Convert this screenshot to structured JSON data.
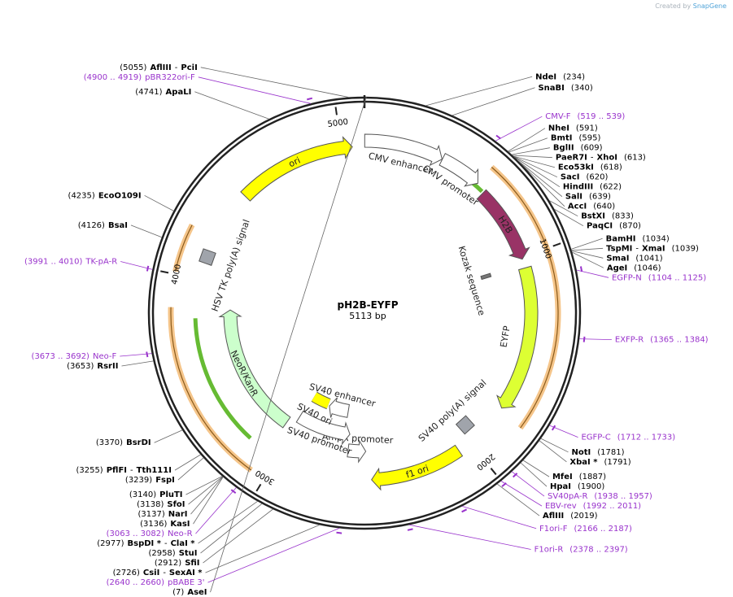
{
  "plasmid": {
    "name": "pH2B-EYFP",
    "length": 5113,
    "length_label": "5113 bp"
  },
  "credit": {
    "prefix": "Created by",
    "brand": "SnapGene"
  },
  "colors": {
    "backbone": "#222222",
    "ori": "#ffff00",
    "h2b": "#993366",
    "eyfp": "#ddff33",
    "neo": "#ccffcc",
    "promoter": "#ffffff",
    "polya": "#a0a4ab",
    "orange_track": "#f5c58a",
    "green_track": "#66bb33",
    "primer": "#9933cc"
  },
  "ticks": [
    {
      "pos": 1000,
      "label": "1000"
    },
    {
      "pos": 2000,
      "label": "2000"
    },
    {
      "pos": 3000,
      "label": "3000"
    },
    {
      "pos": 4000,
      "label": "4000"
    },
    {
      "pos": 5000,
      "label": "5000"
    }
  ],
  "features": [
    {
      "name": "CMV enhancer",
      "type": "promoter",
      "start": 1,
      "end": 380,
      "strand": 1,
      "label": "CMV enhancer"
    },
    {
      "name": "CMV promoter",
      "type": "promoter",
      "start": 381,
      "end": 584,
      "strand": 1,
      "label": "CMV promoter"
    },
    {
      "name": "H2B",
      "type": "cds",
      "start": 633,
      "end": 1010,
      "strand": 1,
      "label": "H2B"
    },
    {
      "name": "Kozak sequence",
      "type": "misc",
      "start": 1035,
      "end": 1044,
      "strand": 1,
      "label": "Kozak sequence"
    },
    {
      "name": "EYFP",
      "type": "cds",
      "start": 1055,
      "end": 1771,
      "strand": 1,
      "label": "EYFP"
    },
    {
      "name": "SV40 poly(A) signal",
      "type": "polya",
      "start": 1899,
      "end": 2020,
      "strand": 1,
      "label": "SV40 poly(A) signal"
    },
    {
      "name": "f1 ori",
      "type": "ori",
      "start": 2067,
      "end": 2522,
      "strand": 1,
      "label": "f1 ori"
    },
    {
      "name": "AmpR promoter",
      "type": "promoter",
      "start": 2549,
      "end": 2653,
      "strand": -1,
      "label": "AmpR promoter"
    },
    {
      "name": "SV40 promoter",
      "type": "promoter",
      "start": 2654,
      "end": 3011,
      "strand": -1,
      "label": "SV40 promoter"
    },
    {
      "name": "SV40 ori",
      "type": "ori",
      "start": 2862,
      "end": 2997,
      "strand": 1,
      "label": "SV40 ori"
    },
    {
      "name": "SV40 enhancer",
      "type": "promoter",
      "start": 2690,
      "end": 2850,
      "strand": 1,
      "label": "SV40 enhancer"
    },
    {
      "name": "NeoR/KanR",
      "type": "cds",
      "start": 3060,
      "end": 3854,
      "strand": 1,
      "label": "NeoR/KanR"
    },
    {
      "name": "HSV TK poly(A) signal",
      "type": "polya",
      "start": 4090,
      "end": 4137,
      "strand": 1,
      "label": "HSV TK poly(A) signal"
    },
    {
      "name": "ori",
      "type": "ori",
      "start": 4466,
      "end": 5054,
      "strand": 1,
      "label": "ori"
    }
  ],
  "sites": [
    {
      "pos": 5055,
      "name": "AflIII",
      "name2": "PciI",
      "coord": "(5055)"
    },
    {
      "pos": 7,
      "name": "AseI",
      "coord": "(7)"
    },
    {
      "pos": 234,
      "name": "NdeI",
      "coord": "(234)"
    },
    {
      "pos": 340,
      "name": "SnaBI",
      "coord": "(340)"
    },
    {
      "pos": 591,
      "name": "NheI",
      "coord": "(591)"
    },
    {
      "pos": 595,
      "name": "BmtI",
      "coord": "(595)"
    },
    {
      "pos": 609,
      "name": "BglII",
      "coord": "(609)"
    },
    {
      "pos": 613,
      "name": "PaeR7I",
      "name2": "XhoI",
      "coord": "(613)"
    },
    {
      "pos": 618,
      "name": "Eco53kI",
      "coord": "(618)"
    },
    {
      "pos": 620,
      "name": "SacI",
      "coord": "(620)"
    },
    {
      "pos": 622,
      "name": "HindIII",
      "coord": "(622)"
    },
    {
      "pos": 639,
      "name": "SalI",
      "coord": "(639)"
    },
    {
      "pos": 640,
      "name": "AccI",
      "coord": "(640)"
    },
    {
      "pos": 833,
      "name": "BstXI",
      "coord": "(833)"
    },
    {
      "pos": 870,
      "name": "PaqCI",
      "coord": "(870)"
    },
    {
      "pos": 1034,
      "name": "BamHI",
      "coord": "(1034)"
    },
    {
      "pos": 1039,
      "name": "TspMI",
      "name2": "XmaI",
      "coord": "(1039)"
    },
    {
      "pos": 1041,
      "name": "SmaI",
      "coord": "(1041)"
    },
    {
      "pos": 1046,
      "name": "AgeI",
      "coord": "(1046)"
    },
    {
      "pos": 1781,
      "name": "NotI",
      "coord": "(1781)"
    },
    {
      "pos": 1791,
      "name": "XbaI *",
      "coord": "(1791)"
    },
    {
      "pos": 1887,
      "name": "MfeI",
      "coord": "(1887)"
    },
    {
      "pos": 1900,
      "name": "HpaI",
      "coord": "(1900)"
    },
    {
      "pos": 2019,
      "name": "AflIII",
      "coord": "(2019)"
    },
    {
      "pos": 2726,
      "name": "CsiI",
      "name2": "SexAI *",
      "coord": "(2726)"
    },
    {
      "pos": 2912,
      "name": "SfiI",
      "coord": "(2912)"
    },
    {
      "pos": 2958,
      "name": "StuI",
      "coord": "(2958)"
    },
    {
      "pos": 2977,
      "name": "BspDI *",
      "name2": "ClaI *",
      "coord": "(2977)"
    },
    {
      "pos": 3136,
      "name": "KasI",
      "coord": "(3136)"
    },
    {
      "pos": 3137,
      "name": "NarI",
      "coord": "(3137)"
    },
    {
      "pos": 3138,
      "name": "SfoI",
      "coord": "(3138)"
    },
    {
      "pos": 3140,
      "name": "PluTI",
      "coord": "(3140)"
    },
    {
      "pos": 3239,
      "name": "FspI",
      "coord": "(3239)"
    },
    {
      "pos": 3255,
      "name": "PflFI",
      "name2": "Tth111I",
      "coord": "(3255)"
    },
    {
      "pos": 3370,
      "name": "BsrDI",
      "coord": "(3370)"
    },
    {
      "pos": 3653,
      "name": "RsrII",
      "coord": "(3653)"
    },
    {
      "pos": 4126,
      "name": "BsaI",
      "coord": "(4126)"
    },
    {
      "pos": 4235,
      "name": "EcoO109I",
      "coord": "(4235)"
    },
    {
      "pos": 4741,
      "name": "ApaLI",
      "coord": "(4741)"
    }
  ],
  "primers": [
    {
      "pos": 529,
      "name": "CMV-F",
      "range": "(519 .. 539)"
    },
    {
      "pos": 1115,
      "name": "EGFP-N",
      "range": "(1104 .. 1125)"
    },
    {
      "pos": 1375,
      "name": "EXFP-R",
      "range": "(1365 .. 1384)"
    },
    {
      "pos": 1722,
      "name": "EGFP-C",
      "range": "(1712 .. 1733)"
    },
    {
      "pos": 1947,
      "name": "SV40pA-R",
      "range": "(1938 .. 1957)"
    },
    {
      "pos": 2001,
      "name": "EBV-rev",
      "range": "(1992 .. 2011)"
    },
    {
      "pos": 2176,
      "name": "F1ori-F",
      "range": "(2166 .. 2187)"
    },
    {
      "pos": 2387,
      "name": "F1ori-R",
      "range": "(2378 .. 2397)"
    },
    {
      "pos": 2650,
      "name": "pBABE 3'",
      "range": "(2640 .. 2660)"
    },
    {
      "pos": 3072,
      "name": "Neo-R",
      "range": "(3063 .. 3082)"
    },
    {
      "pos": 3682,
      "name": "Neo-F",
      "range": "(3673 .. 3692)"
    },
    {
      "pos": 4000,
      "name": "TK-pA-R",
      "range": "(3991 .. 4010)"
    },
    {
      "pos": 4909,
      "name": "pBR322ori-F",
      "range": "(4900 .. 4919)"
    }
  ]
}
